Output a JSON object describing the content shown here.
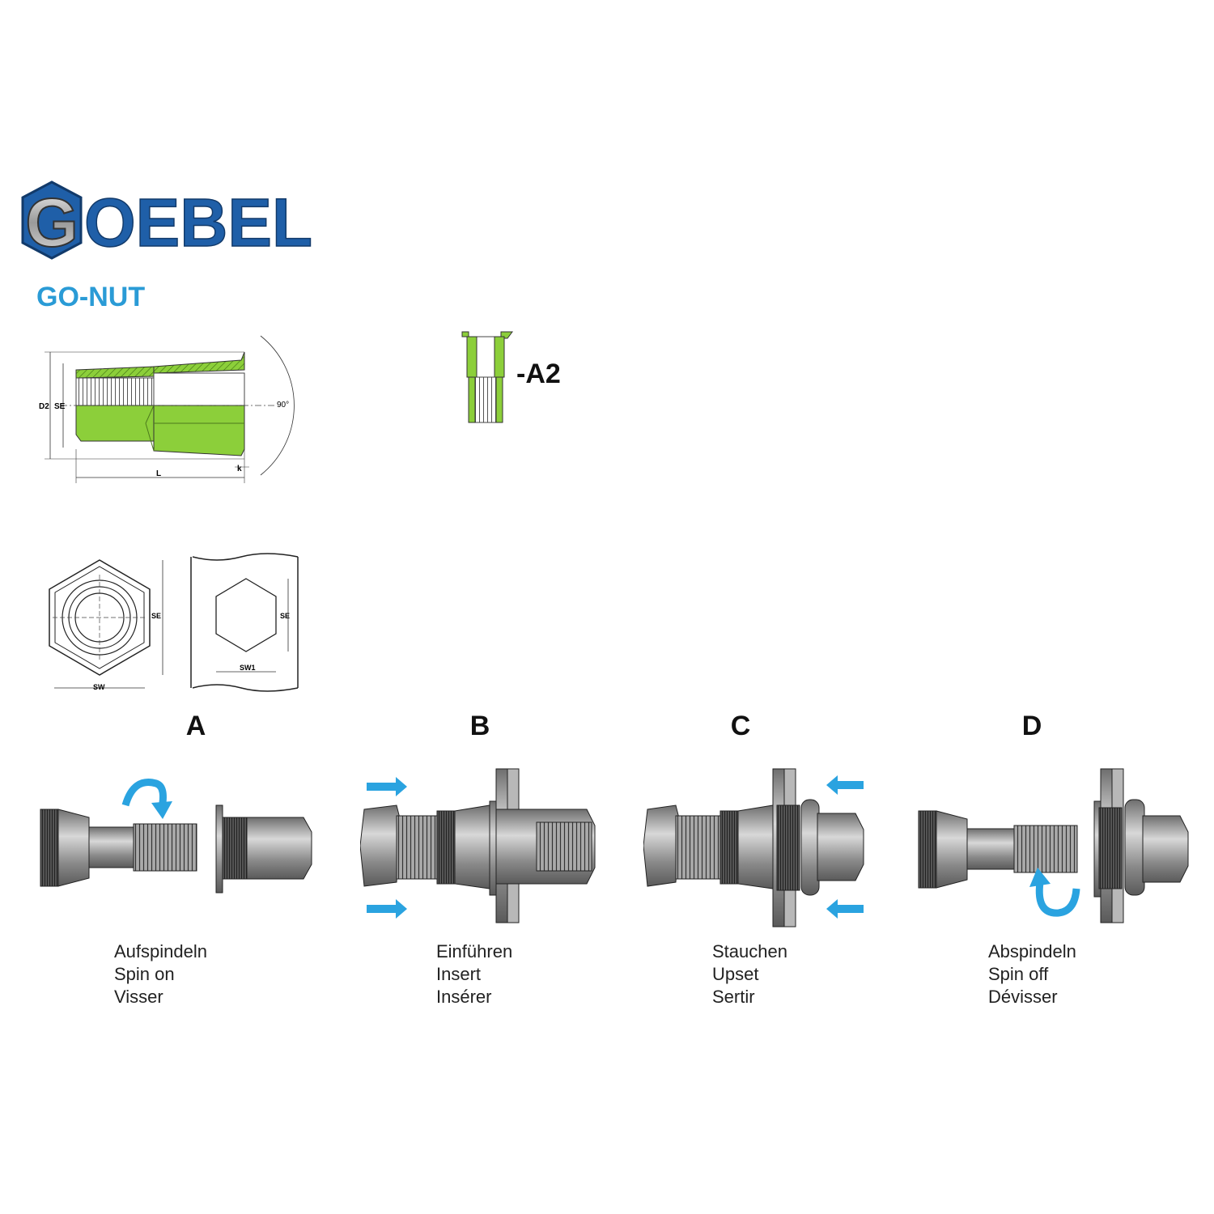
{
  "brand": {
    "logo_text": "GOEBEL",
    "logo_mark_letter": "G"
  },
  "product": {
    "title": "GO-NUT",
    "variant_label": "-A2"
  },
  "dimensions": {
    "labels": [
      "D2",
      "SE",
      "L",
      "k",
      "90°",
      "SE",
      "SW",
      "SE",
      "SW1"
    ]
  },
  "steps": [
    {
      "letter": "A",
      "caption": [
        "Aufspindeln",
        "Spin on",
        "Visser"
      ]
    },
    {
      "letter": "B",
      "caption": [
        "Einführen",
        "Insert",
        "Insérer"
      ]
    },
    {
      "letter": "C",
      "caption": [
        "Stauchen",
        "Upset",
        "Sertir"
      ]
    },
    {
      "letter": "D",
      "caption": [
        "Abspindeln",
        "Spin off",
        "Dévisser"
      ]
    }
  ],
  "colors": {
    "brand_blue": "#1f5fa8",
    "accent_blue": "#2a9bd6",
    "nut_green": "#8ccf3a",
    "steel": "#8a8a8a"
  }
}
